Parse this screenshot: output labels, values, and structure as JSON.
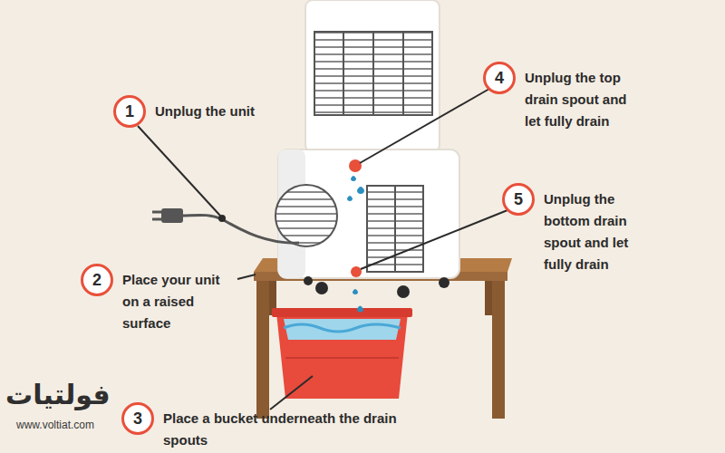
{
  "diagram": {
    "nodes": [
      {
        "text": [
          "1",
          "Unplug the unit"
        ]
      },
      {
        "text": [
          "2",
          "Place your unit on a raised surface"
        ]
      },
      {
        "text": [
          "3",
          "Place a bucket underneath the drain spouts"
        ]
      },
      {
        "text": [
          "4",
          "Unplug the top drain spout and let fully drain"
        ]
      },
      {
        "text": [
          "5",
          "Unplug the bottom drain spout and let fully drain"
        ]
      }
    ],
    "labels": [
      "فولتيات",
      "www.voltiat.com"
    ]
  }
}
